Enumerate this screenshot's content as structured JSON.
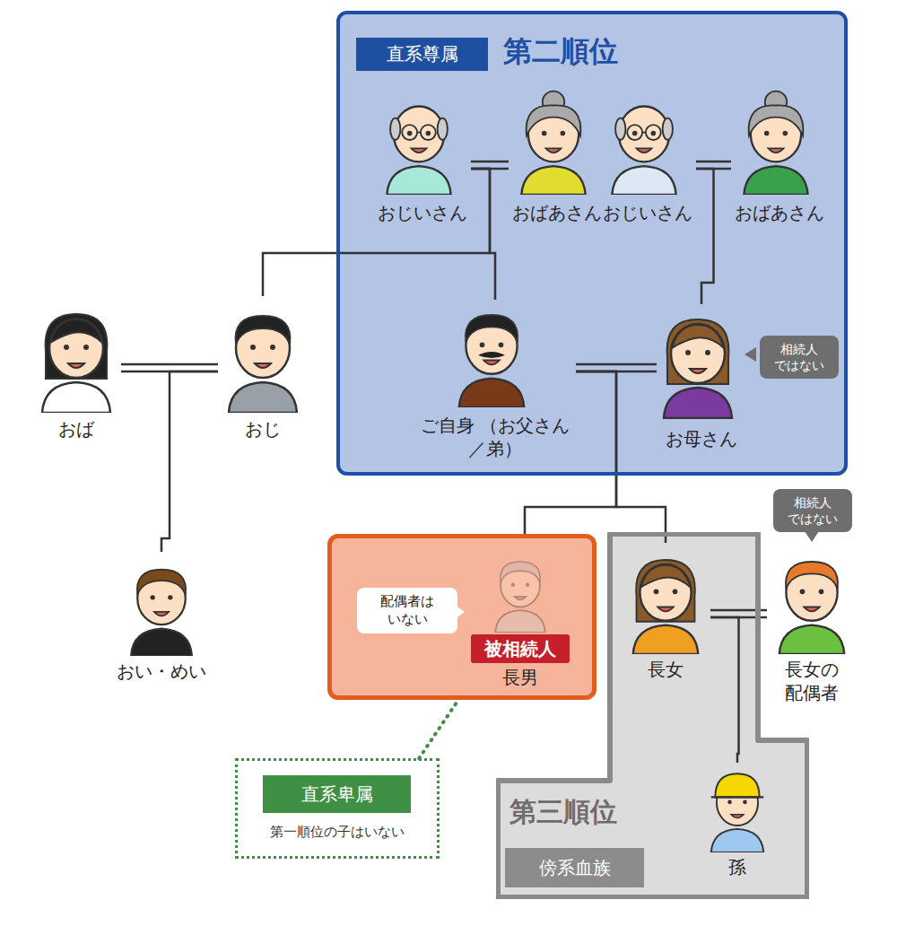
{
  "diagram": {
    "nodes": [
      {
        "text": [
          "直系尊属",
          "第二順位"
        ]
      },
      {
        "text": [
          "おじいさん"
        ],
        "in": 0
      },
      {
        "text": [
          "おばあさん"
        ],
        "in": 0
      },
      {
        "text": [
          "おじいさん"
        ],
        "in": 0
      },
      {
        "text": [
          "おばあさん"
        ],
        "in": 0
      },
      {
        "text": [
          "ご自身 （お父さん／弟）"
        ],
        "in": 0
      },
      {
        "text": [
          "お母さん"
        ],
        "in": 0
      },
      {
        "text": [
          "相続人 ではない"
        ],
        "in": 0
      },
      {
        "text": [
          "おば"
        ]
      },
      {
        "text": [
          "おじ"
        ]
      },
      {
        "text": [
          "おい・めい"
        ]
      },
      {
        "text": [
          "被相続人",
          "長男"
        ]
      },
      {
        "text": [
          "配偶者は いない"
        ],
        "in": 11
      },
      {
        "text": [
          "第三順位",
          "傍系血族"
        ]
      },
      {
        "text": [
          "長女"
        ],
        "in": 13
      },
      {
        "text": [
          "孫"
        ],
        "in": 13
      },
      {
        "text": [
          "長女の 配偶者"
        ]
      },
      {
        "text": [
          "相続人 ではない"
        ]
      },
      {
        "text": [
          "直系卑属",
          "第一順位の子はいない"
        ]
      }
    ],
    "edges": [
      {
        "from": 1,
        "to": 2,
        "arrow": "none"
      },
      {
        "from": 3,
        "to": 4,
        "arrow": "none"
      },
      {
        "from": 5,
        "to": 6,
        "arrow": "none"
      },
      {
        "from": 8,
        "to": 9,
        "arrow": "none"
      },
      {
        "from": 14,
        "to": 16,
        "arrow": "none"
      },
      {
        "from": 1,
        "to": 5,
        "arrow": "none"
      },
      {
        "from": 1,
        "to": 9,
        "arrow": "none"
      },
      {
        "from": 3,
        "to": 6,
        "arrow": "none"
      },
      {
        "from": 9,
        "to": 10,
        "arrow": "none"
      },
      {
        "from": 5,
        "to": 11,
        "arrow": "none"
      },
      {
        "from": 5,
        "to": 14,
        "arrow": "none"
      },
      {
        "from": 14,
        "to": 15,
        "arrow": "none"
      },
      {
        "from": 18,
        "to": 11,
        "arrow": "none"
      }
    ]
  }
}
